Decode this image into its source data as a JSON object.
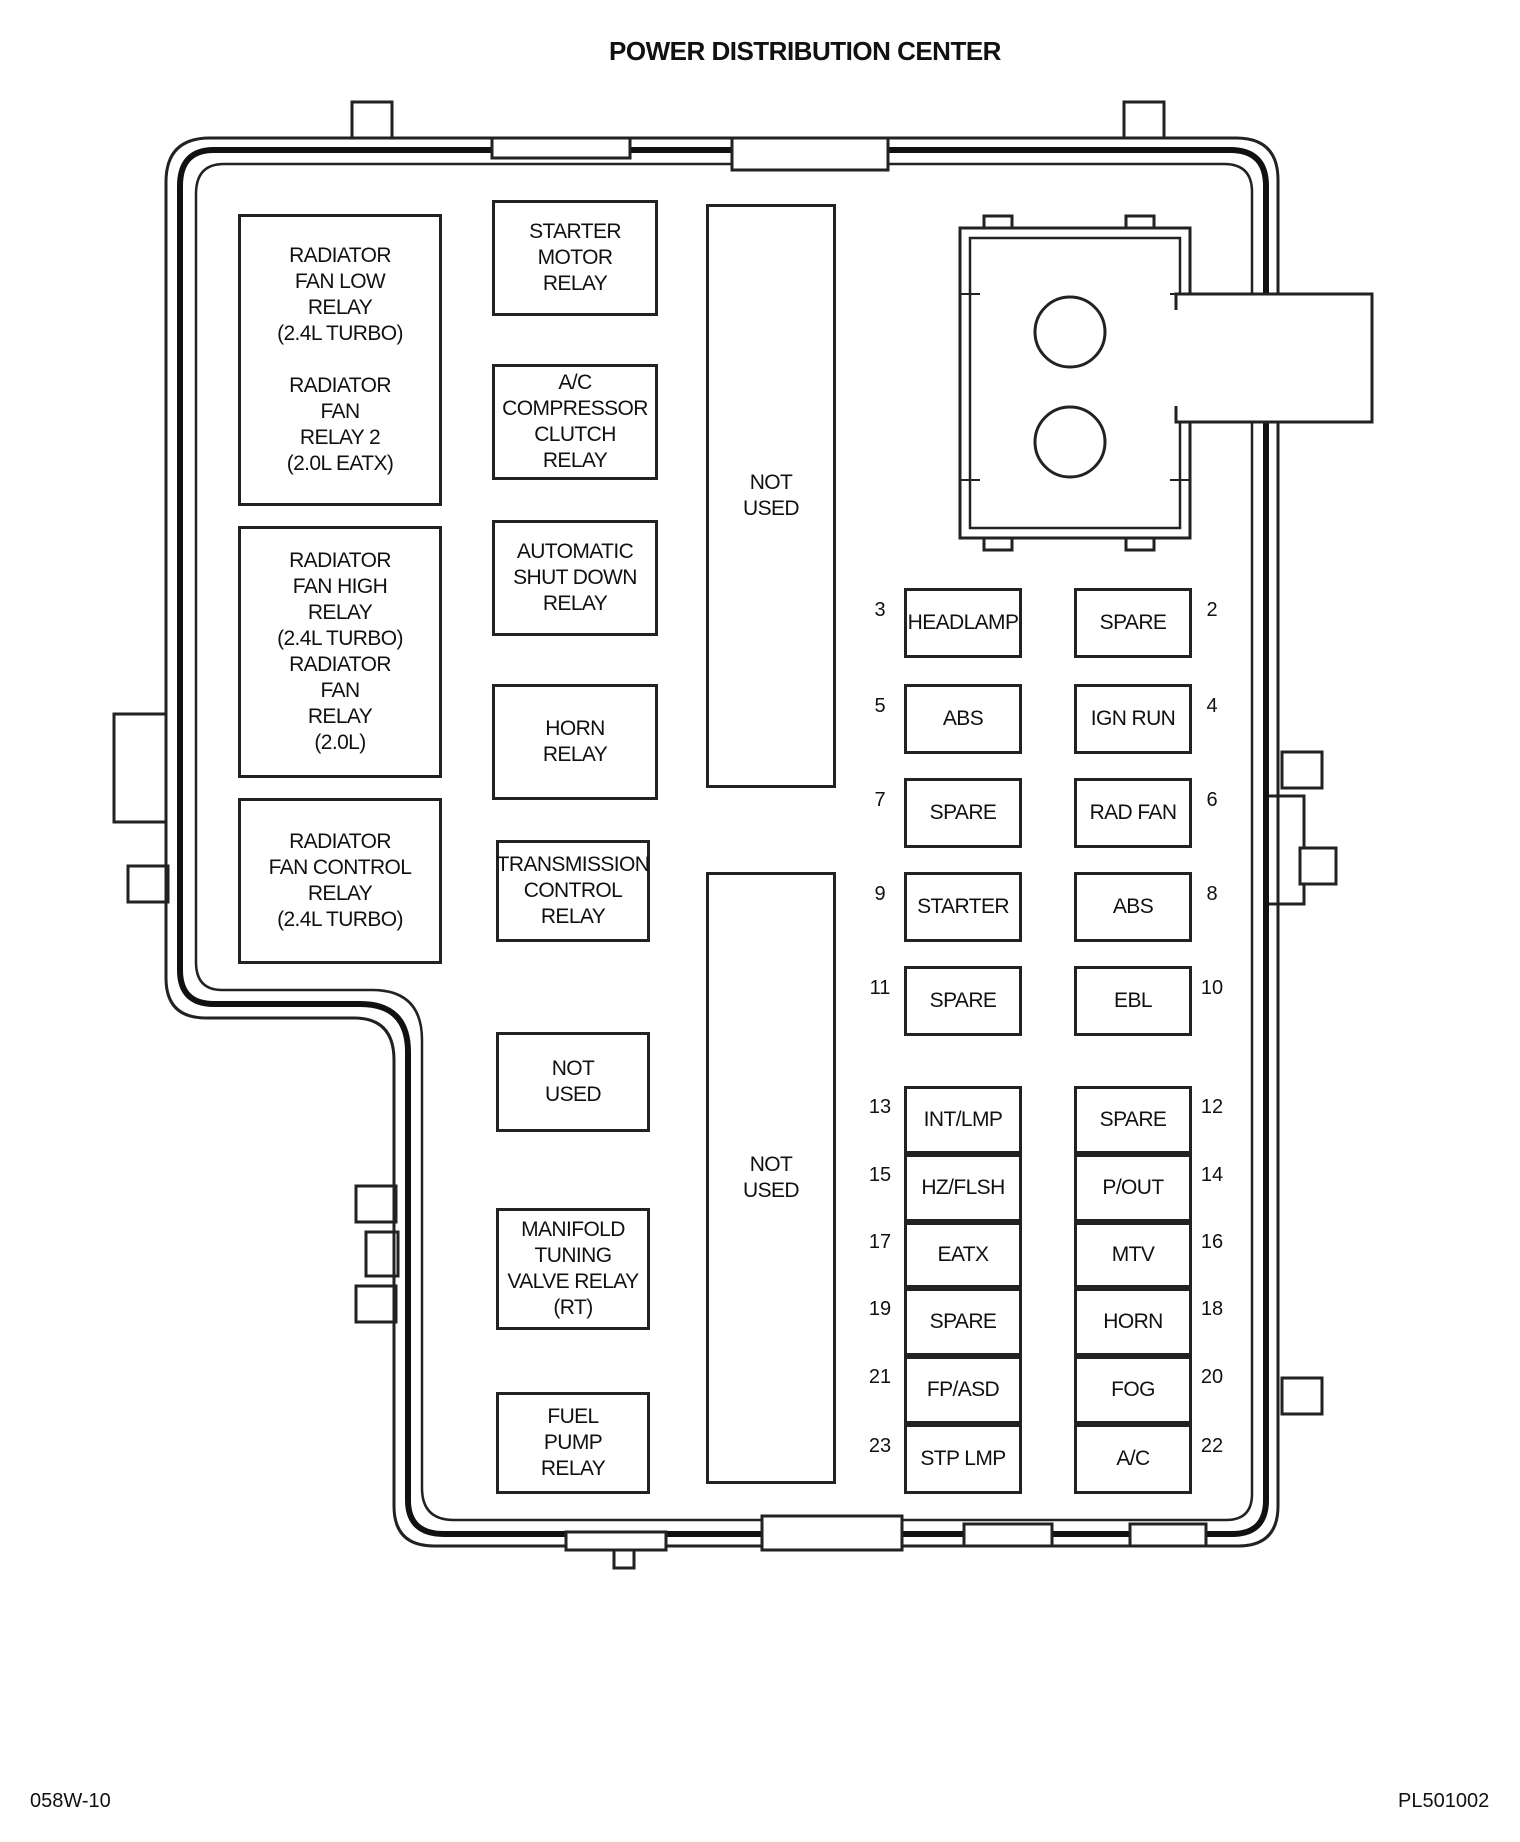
{
  "title": "POWER DISTRIBUTION CENTER",
  "footer": {
    "left": "058W-10",
    "right": "PL501002"
  },
  "relays_left": [
    "RADIATOR\nFAN LOW\nRELAY\n(2.4L TURBO)\n\nRADIATOR\nFAN\nRELAY 2\n(2.0L EATX)",
    "RADIATOR\nFAN HIGH\nRELAY\n(2.4L TURBO)\nRADIATOR\nFAN\nRELAY\n(2.0L)",
    "RADIATOR\nFAN CONTROL\nRELAY\n(2.4L TURBO)"
  ],
  "relays_center": [
    "STARTER\nMOTOR\nRELAY",
    "A/C\nCOMPRESSOR\nCLUTCH\nRELAY",
    "AUTOMATIC\nSHUT DOWN\nRELAY",
    "HORN\nRELAY",
    "TRANSMISSION\nCONTROL\nRELAY",
    "NOT\nUSED",
    "MANIFOLD\nTUNING\nVALVE RELAY\n(RT)",
    "FUEL\nPUMP\nRELAY"
  ],
  "not_used_slots": [
    "NOT\nUSED",
    "NOT\nUSED"
  ],
  "fuses_left": [
    {
      "num": "3",
      "label": "HEADLAMP"
    },
    {
      "num": "5",
      "label": "ABS"
    },
    {
      "num": "7",
      "label": "SPARE"
    },
    {
      "num": "9",
      "label": "STARTER"
    },
    {
      "num": "11",
      "label": "SPARE"
    },
    {
      "num": "13",
      "label": "INT/LMP"
    },
    {
      "num": "15",
      "label": "HZ/FLSH"
    },
    {
      "num": "17",
      "label": "EATX"
    },
    {
      "num": "19",
      "label": "SPARE"
    },
    {
      "num": "21",
      "label": "FP/ASD"
    },
    {
      "num": "23",
      "label": "STP LMP"
    }
  ],
  "fuses_right": [
    {
      "num": "2",
      "label": "SPARE"
    },
    {
      "num": "4",
      "label": "IGN RUN"
    },
    {
      "num": "6",
      "label": "RAD FAN"
    },
    {
      "num": "8",
      "label": "ABS"
    },
    {
      "num": "10",
      "label": "EBL"
    },
    {
      "num": "12",
      "label": "SPARE"
    },
    {
      "num": "14",
      "label": "P/OUT"
    },
    {
      "num": "16",
      "label": "MTV"
    },
    {
      "num": "18",
      "label": "HORN"
    },
    {
      "num": "20",
      "label": "FOG"
    },
    {
      "num": "22",
      "label": "A/C"
    }
  ]
}
